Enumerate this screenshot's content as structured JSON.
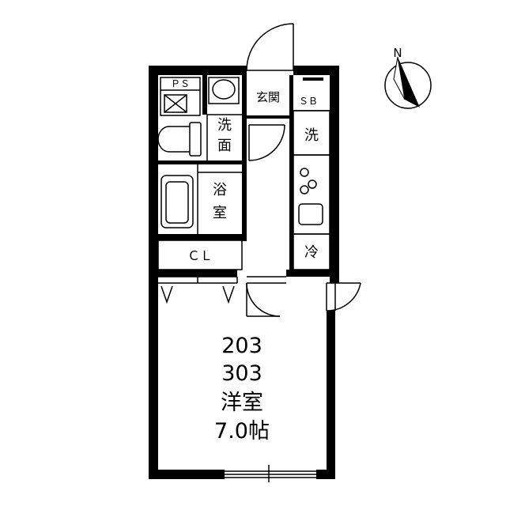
{
  "rooms": {
    "ps": "ＰＳ",
    "genkan": "玄関",
    "sb": "ＳＢ",
    "washroom_line1": "洗",
    "washroom_line2": "面",
    "washer": "洗",
    "bath_line1": "浴",
    "bath_line2": "室",
    "closet": "ＣＬ",
    "fridge": "冷"
  },
  "main_room": {
    "unit_1": "203",
    "unit_2": "303",
    "type": "洋室",
    "size": "7.0帖"
  },
  "compass": {
    "label": "N"
  },
  "colors": {
    "wall": "#000000",
    "background": "#ffffff"
  }
}
